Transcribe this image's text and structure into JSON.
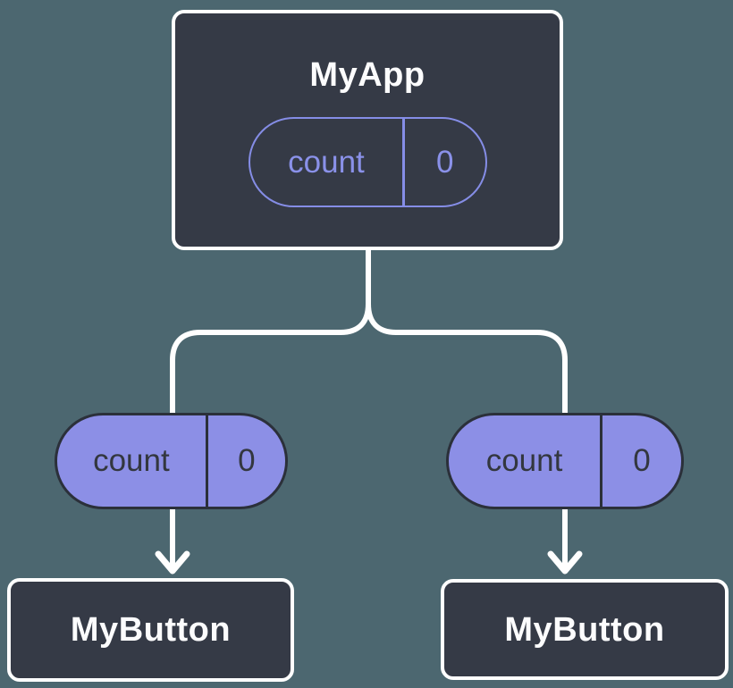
{
  "colors": {
    "background": "#4C6770",
    "node_fill": "#353A46",
    "node_border": "#FFFFFF",
    "node_text": "#FCFCFD",
    "pill_fill": "#8C8FE6",
    "pill_border_dark": "#2B303A",
    "pill_text_dark": "#33373F",
    "pill_outline": "#858DE6",
    "pill_outline_text": "#8A91E9",
    "connector": "#FFFFFF"
  },
  "diagram": {
    "type": "component-tree-props-flow",
    "root_node": {
      "title": "MyApp",
      "prop": {
        "name": "count",
        "value": "0"
      }
    },
    "children": [
      {
        "title": "MyButton",
        "prop": {
          "name": "count",
          "value": "0"
        }
      },
      {
        "title": "MyButton",
        "prop": {
          "name": "count",
          "value": "0"
        }
      }
    ]
  }
}
